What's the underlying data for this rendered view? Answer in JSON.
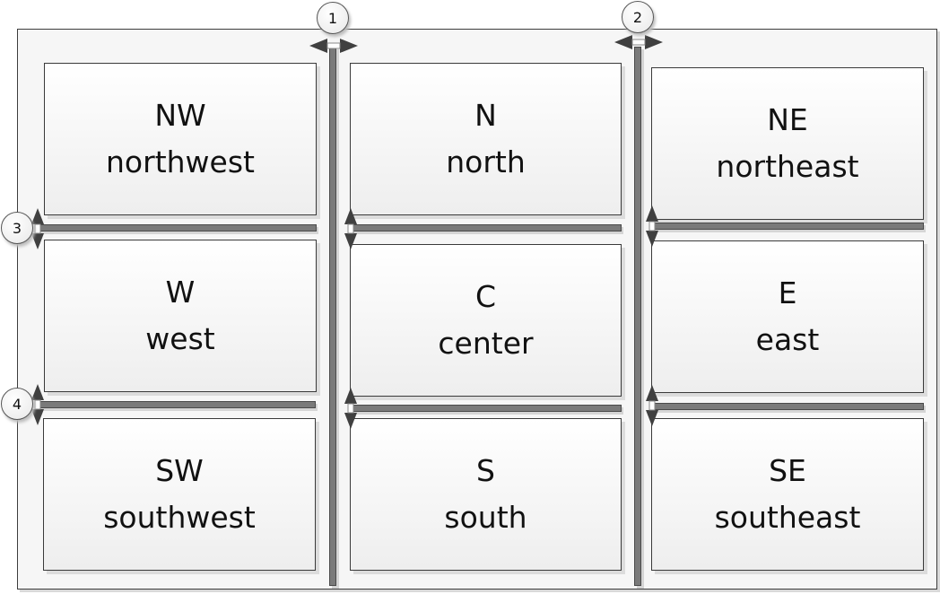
{
  "diagram": {
    "description": "Border-style layout with nine regions separated by draggable splitters",
    "regions": [
      {
        "id": "nw",
        "abbr": "NW",
        "name": "northwest"
      },
      {
        "id": "n",
        "abbr": "N",
        "name": "north"
      },
      {
        "id": "ne",
        "abbr": "NE",
        "name": "northeast"
      },
      {
        "id": "w",
        "abbr": "W",
        "name": "west"
      },
      {
        "id": "c",
        "abbr": "C",
        "name": "center"
      },
      {
        "id": "e",
        "abbr": "E",
        "name": "east"
      },
      {
        "id": "sw",
        "abbr": "SW",
        "name": "southwest"
      },
      {
        "id": "s",
        "abbr": "S",
        "name": "south"
      },
      {
        "id": "se",
        "abbr": "SE",
        "name": "southeast"
      }
    ],
    "callouts": [
      {
        "label": "1",
        "target": "vertical splitter between west and center columns"
      },
      {
        "label": "2",
        "target": "vertical splitter between center and east columns"
      },
      {
        "label": "3",
        "target": "horizontal splitter below top row"
      },
      {
        "label": "4",
        "target": "horizontal splitter above bottom row"
      }
    ],
    "colors": {
      "splitter": "#7a7a7a",
      "arrow": "#404040",
      "panel_border": "#3a3a3a",
      "frame_bg": "#f6f6f6"
    }
  }
}
